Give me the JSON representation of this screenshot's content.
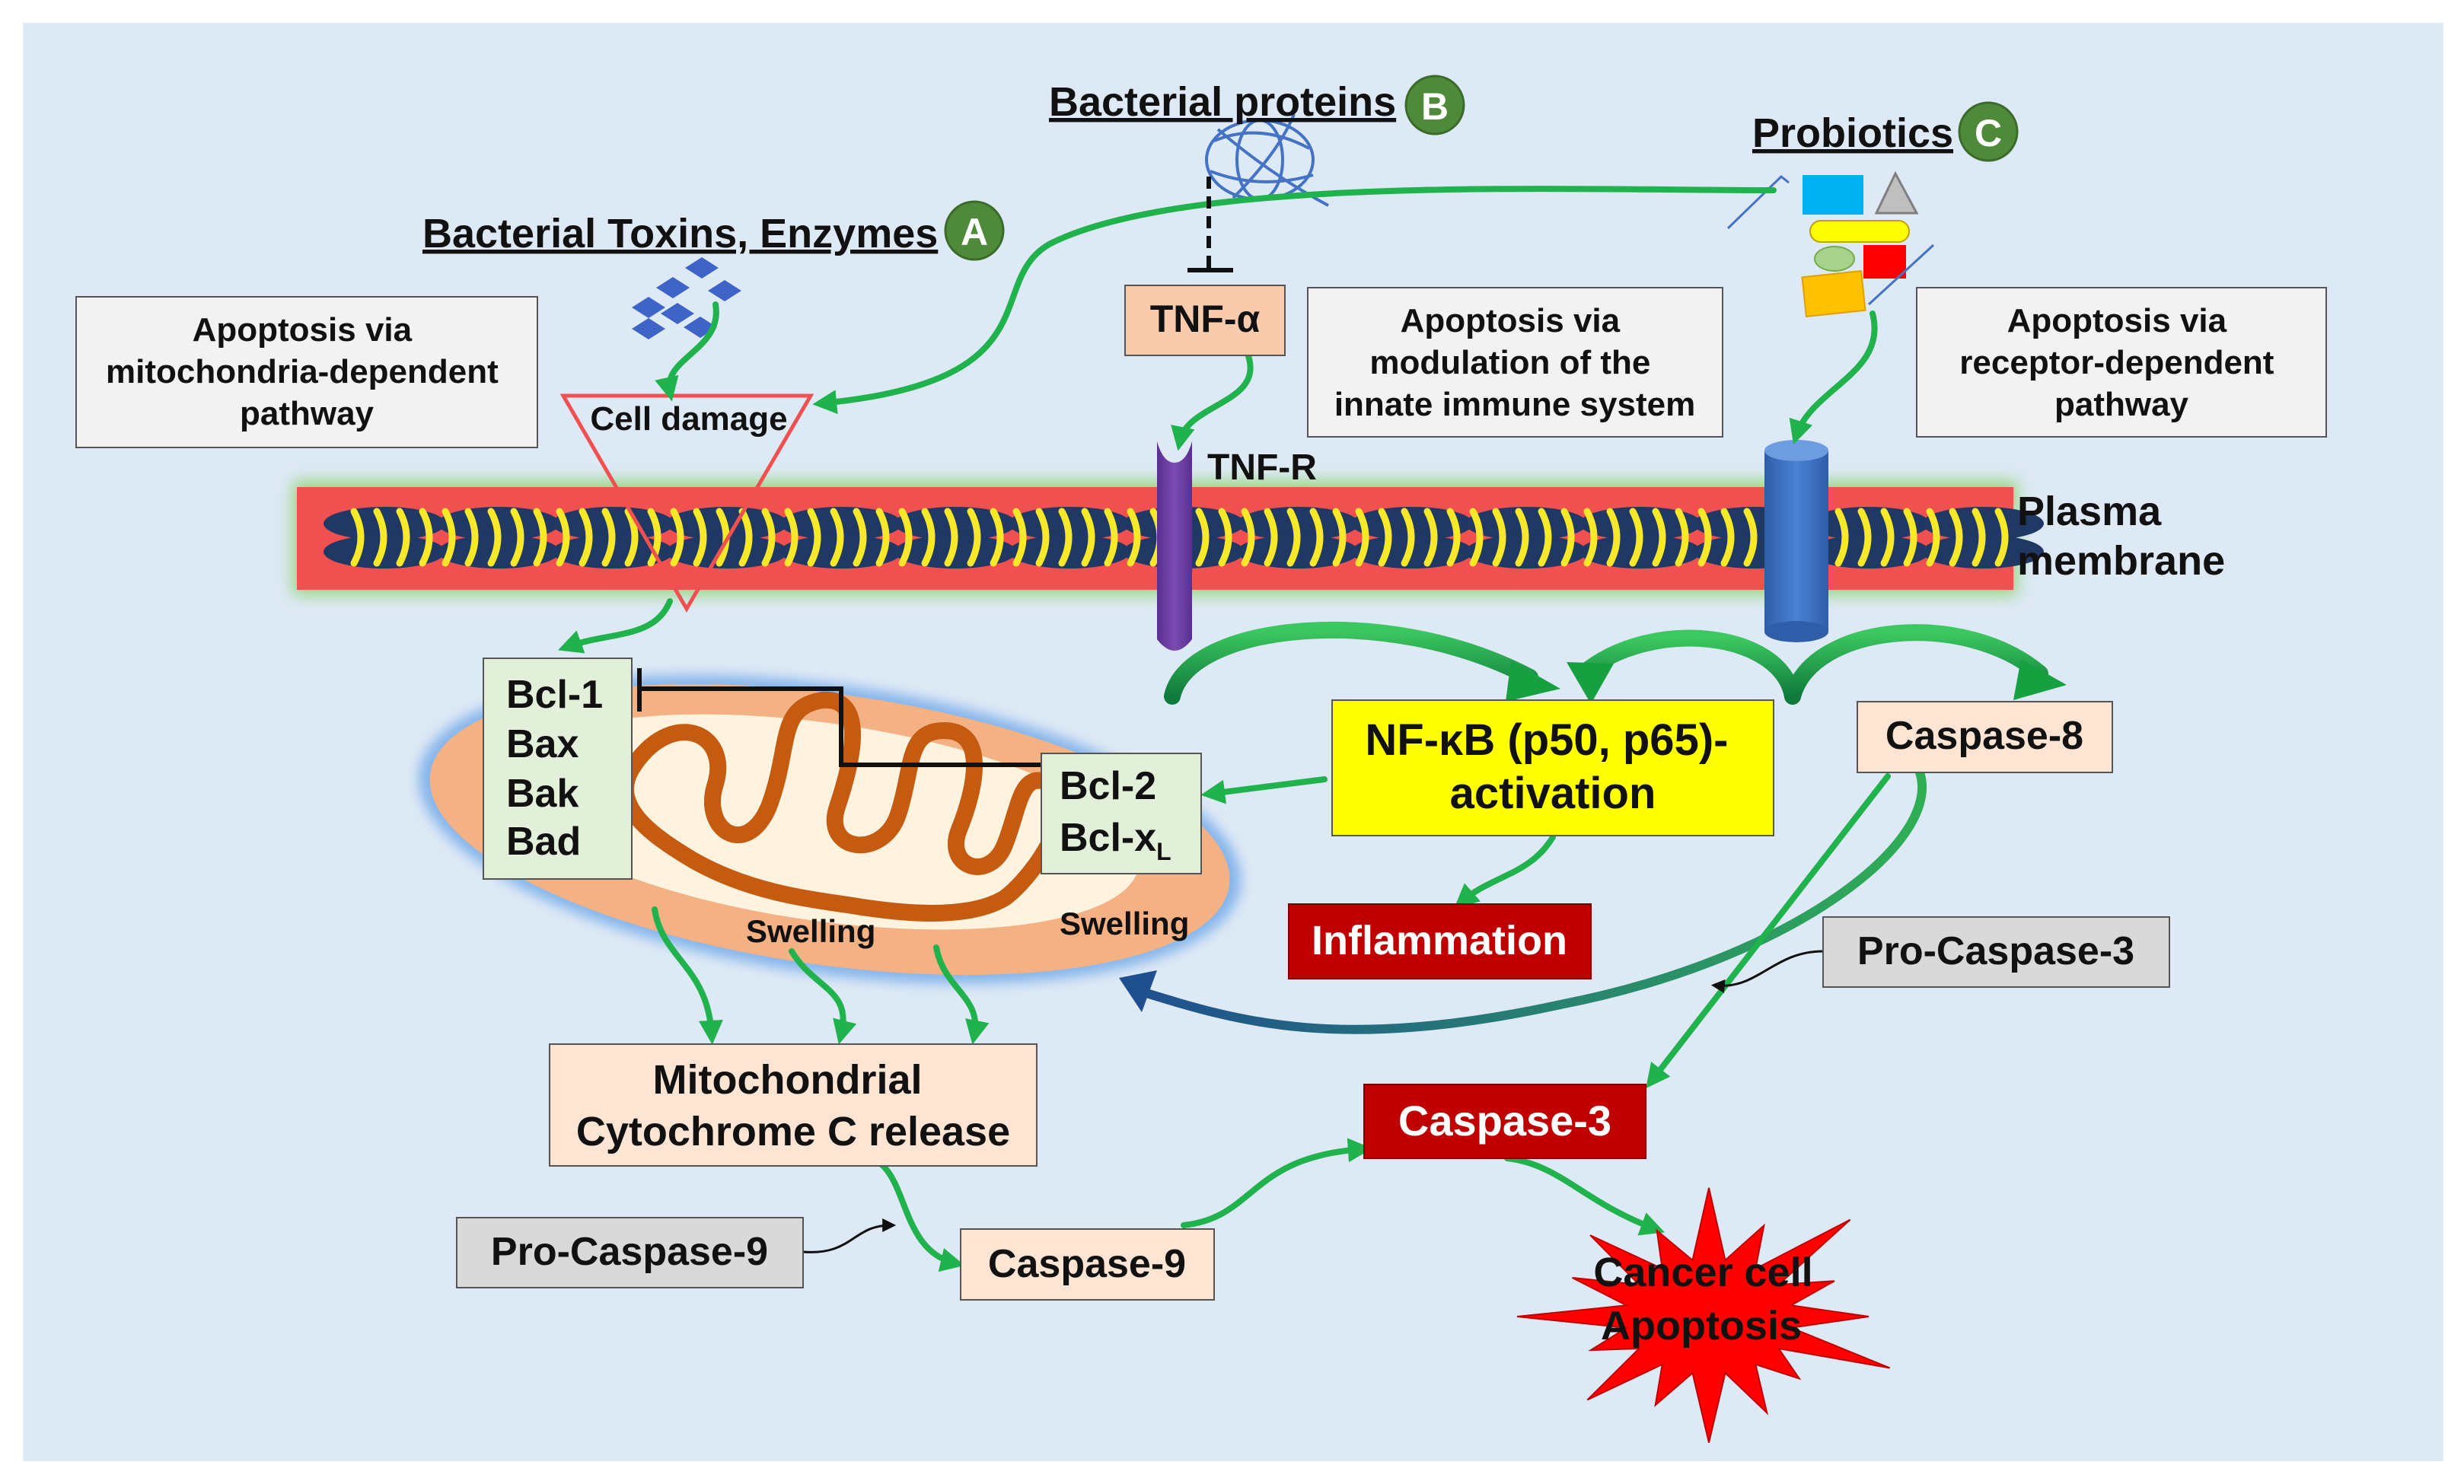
{
  "sources": {
    "a": {
      "title": "Bacterial Toxins, Enzymes",
      "badge": "A"
    },
    "b": {
      "title": "Bacterial proteins",
      "badge": "B"
    },
    "c": {
      "title": "Probiotics",
      "badge": "C"
    }
  },
  "pathway_notes": {
    "mito": [
      "Apoptosis via",
      "mitochondria-dependent",
      "pathway"
    ],
    "innate": [
      "Apoptosis via",
      "modulation of the",
      "innate immune system"
    ],
    "receptor": [
      "Apoptosis via",
      "receptor-dependent",
      "pathway"
    ]
  },
  "labels": {
    "cell_damage": "Cell damage",
    "tnf_alpha": "TNF-α",
    "tnf_r": "TNF-R",
    "plasma_membrane": [
      "Plasma",
      "membrane"
    ],
    "pro_apoptotic": [
      "Bcl-1",
      "Bax",
      "Bak",
      "Bad"
    ],
    "bcl2": "Bcl-2",
    "bclx": "Bcl-x",
    "bclx_sub": "L",
    "swelling": "Swelling",
    "nfkb": [
      "NF-κB (p50, p65)-",
      "activation"
    ],
    "inflammation": "Inflammation",
    "caspase8": "Caspase-8",
    "pro_caspase3": "Pro-Caspase-3",
    "cyto_c": [
      "Mitochondrial",
      "Cytochrome C release"
    ],
    "pro_caspase9": "Pro-Caspase-9",
    "caspase9": "Caspase-9",
    "caspase3": "Caspase-3",
    "apoptosis": [
      "Cancer cell",
      "Apoptosis"
    ]
  },
  "colors": {
    "background": "#dde9f5",
    "arrow": "#20b24c",
    "badge": "#4f8a3a",
    "membrane_red": "#f05050",
    "membrane_glow": "#8ed46f",
    "lipid_yellow": "#f7e92a",
    "lipid_navy": "#1f3864",
    "receptor_purple": "#6b3fa0",
    "channel_blue": "#3d6fc4",
    "mito_outer": "#f4b183",
    "mito_inner": "#fdf3df",
    "cristae": "#c55a11",
    "nfkb_yellow": "#ffff00",
    "dark_red": "#c00000",
    "peach": "#fde4d3",
    "pale_green": "#e2efd9",
    "note_gray": "#f2f2f2",
    "pro_gray": "#d9d9d9"
  }
}
